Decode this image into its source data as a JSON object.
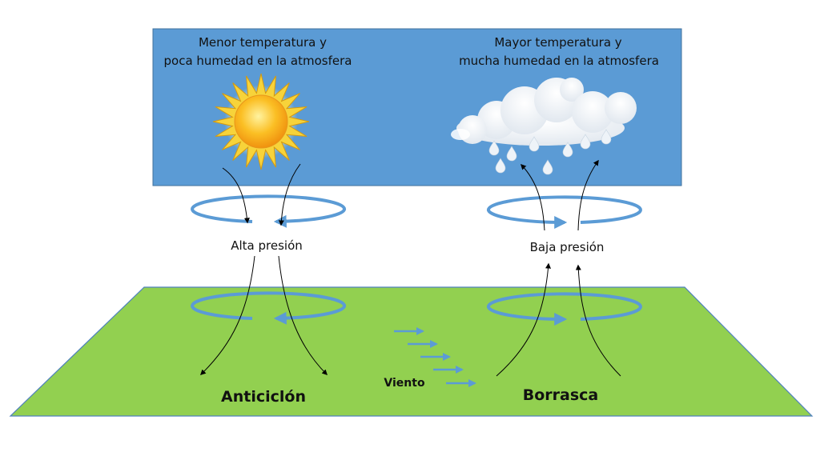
{
  "sky": {
    "left_line1": "Menor temperatura y",
    "left_line2": "poca humedad en la atmosfera",
    "right_line1": "Mayor temperatura y",
    "right_line2": "mucha humedad en la atmosfera"
  },
  "labels": {
    "high_pressure": "Alta presión",
    "low_pressure": "Baja presión",
    "anticyclone": "Anticiclón",
    "storm": "Borrasca",
    "wind": "Viento"
  },
  "icons": [
    "sun-icon",
    "cloud-icon",
    "raindrop-icon",
    "wind-arrow-icon"
  ],
  "colors": {
    "sky": "#5b9bd5",
    "ground": "#92d050",
    "rotation": "#5b9bd5",
    "flow_arrow": "#000000",
    "sun": "#f7b320"
  }
}
